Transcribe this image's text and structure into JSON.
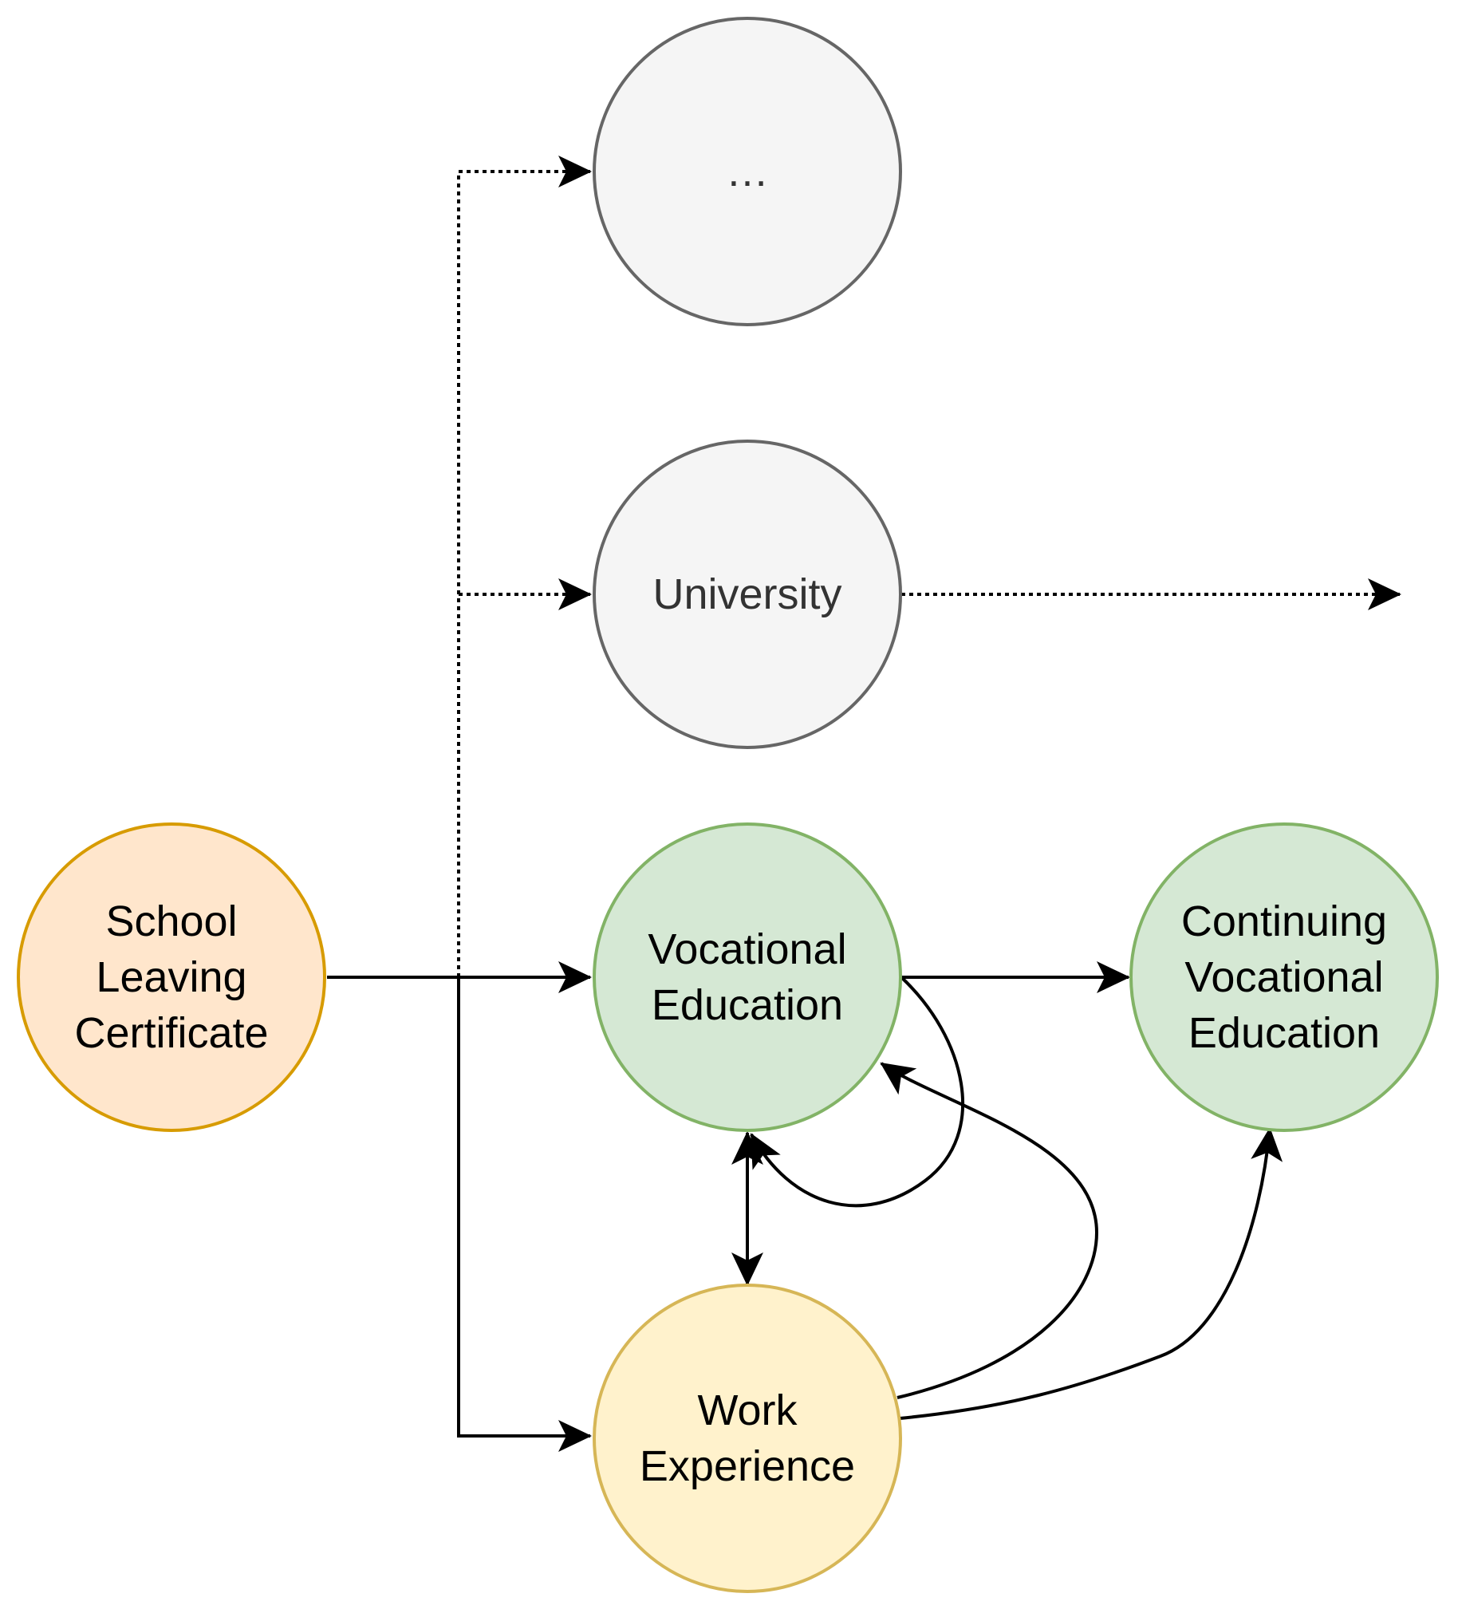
{
  "nodes": {
    "ellipsis": {
      "lines": [
        "…"
      ],
      "fill": "#f5f5f5",
      "stroke": "#666666"
    },
    "university": {
      "lines": [
        "University"
      ],
      "fill": "#f5f5f5",
      "stroke": "#666666"
    },
    "school": {
      "lines": [
        "School",
        "Leaving",
        "Certificate"
      ],
      "fill": "#ffe6cc",
      "stroke": "#d79b00"
    },
    "vocational": {
      "lines": [
        "Vocational",
        "Education"
      ],
      "fill": "#d5e8d4",
      "stroke": "#82b366"
    },
    "continuing": {
      "lines": [
        "Continuing",
        "Vocational",
        "Education"
      ],
      "fill": "#d5e8d4",
      "stroke": "#82b366"
    },
    "work": {
      "lines": [
        "Work",
        "Experience"
      ],
      "fill": "#fff2cc",
      "stroke": "#d6b656"
    }
  },
  "edge_color": "#000000"
}
